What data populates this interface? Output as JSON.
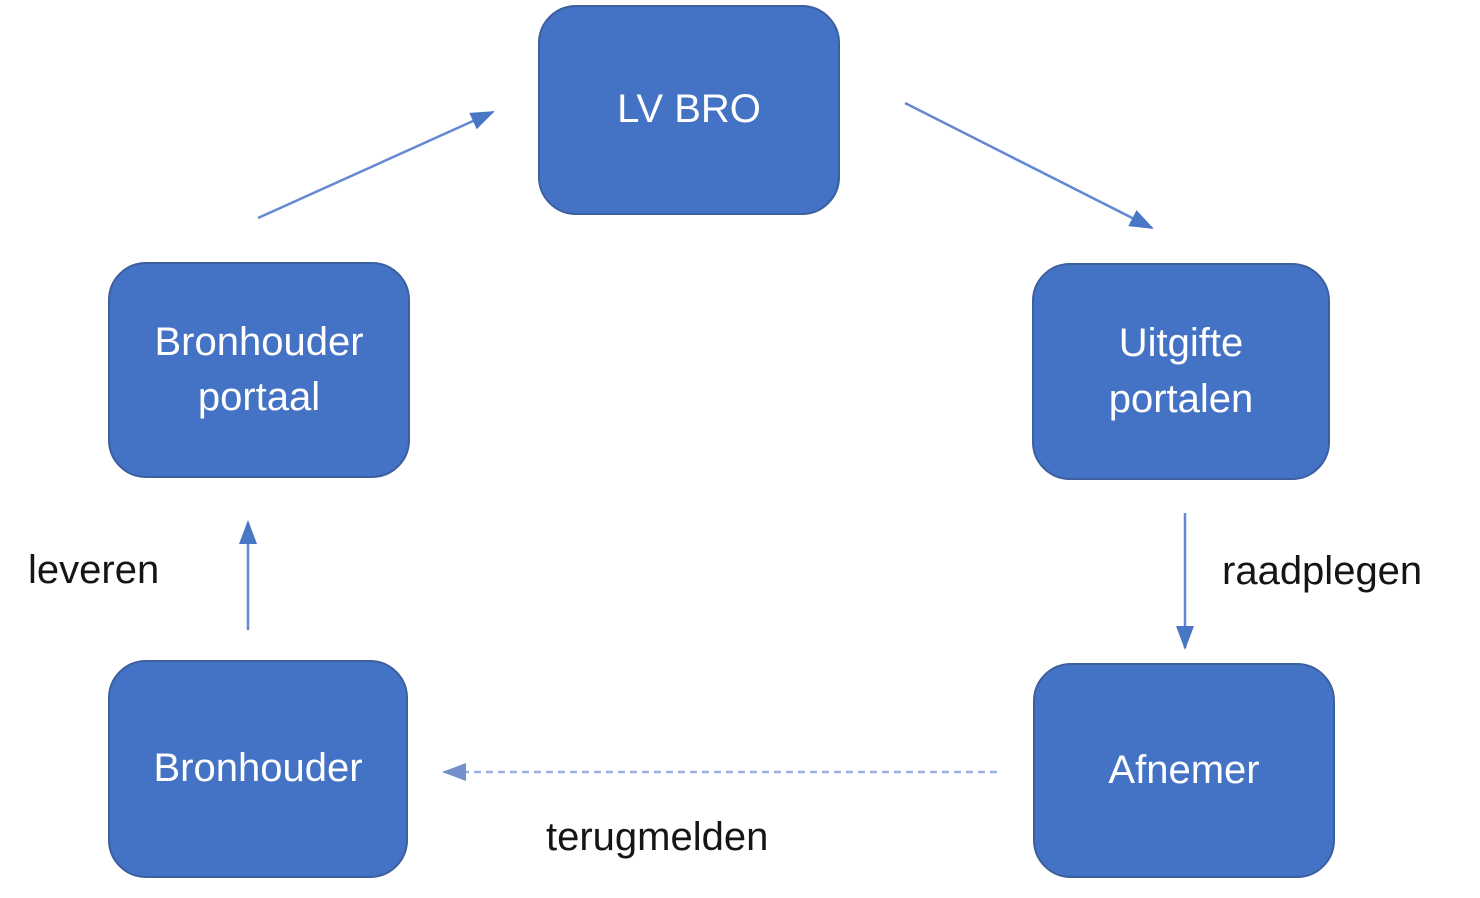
{
  "diagram": {
    "nodes": [
      {
        "id": "lv-bro",
        "label": "LV BRO"
      },
      {
        "id": "bronhouder-portaal",
        "label": "Bronhouder portaal"
      },
      {
        "id": "uitgifte-portalen",
        "label": "Uitgifte portalen"
      },
      {
        "id": "bronhouder",
        "label": "Bronhouder"
      },
      {
        "id": "afnemer",
        "label": "Afnemer"
      }
    ],
    "edges": [
      {
        "id": "bronhouder-portaal-to-lv-bro",
        "from": "Bronhouder portaal",
        "to": "LV BRO",
        "style": "solid",
        "label": ""
      },
      {
        "id": "lv-bro-to-uitgifte-portalen",
        "from": "LV BRO",
        "to": "Uitgifte portalen",
        "style": "solid",
        "label": ""
      },
      {
        "id": "bronhouder-to-bronhouder-portaal",
        "from": "Bronhouder",
        "to": "Bronhouder portaal",
        "style": "solid",
        "label": "leveren"
      },
      {
        "id": "uitgifte-portalen-to-afnemer",
        "from": "Uitgifte portalen",
        "to": "Afnemer",
        "style": "solid",
        "label": "raadplegen"
      },
      {
        "id": "afnemer-to-bronhouder",
        "from": "Afnemer",
        "to": "Bronhouder",
        "style": "dashed",
        "label": "terugmelden"
      }
    ],
    "colors": {
      "node_fill": "#4472C4",
      "node_border": "#3C5F9F",
      "node_text": "#FFFFFF",
      "arrow_line": "#6488D2",
      "arrow_head": "#4A76C6",
      "arrow_dashed_line": "#9AB1DF",
      "arrow_dashed_head": "#7490CC",
      "label_text": "#151515",
      "background": "#FFFFFF"
    }
  }
}
